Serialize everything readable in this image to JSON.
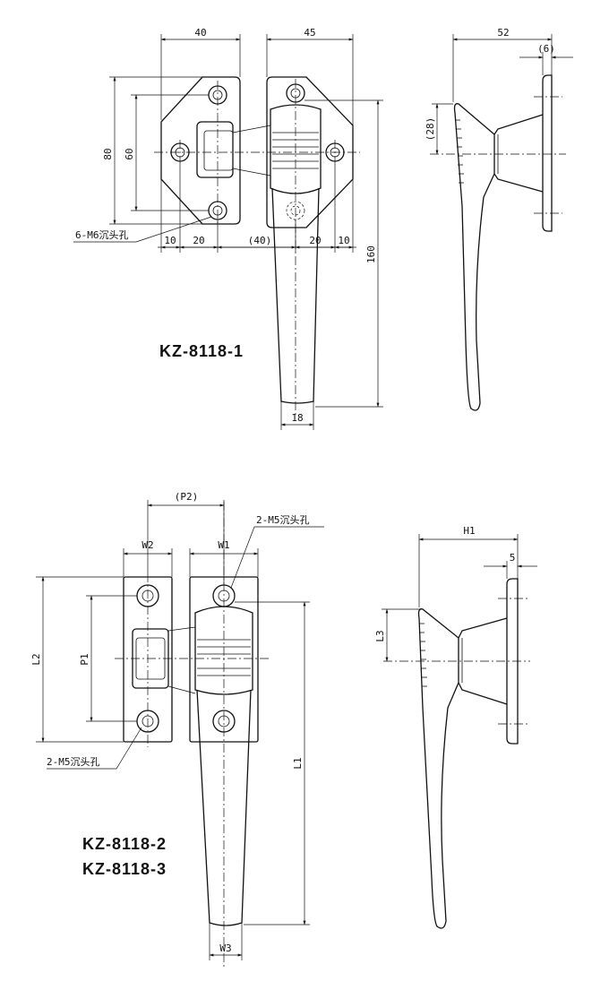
{
  "top_view": {
    "dim_40": "40",
    "dim_45": "45",
    "dim_80": "80",
    "dim_60": "60",
    "dim_10_left": "10",
    "dim_20_left": "20",
    "dim_40_paren": "(40)",
    "dim_20_right": "20",
    "dim_10_right": "10",
    "dim_160": "160",
    "dim_18": "18",
    "hole_note": "6-M6沉头孔",
    "model": "KZ-8118-1"
  },
  "top_side": {
    "dim_52": "52",
    "dim_6": "(6)",
    "dim_28": "(28)"
  },
  "bottom_view": {
    "dim_p2": "(P2)",
    "dim_w2": "W2",
    "dim_w1": "W1",
    "hole_note_top": "2-M5沉头孔",
    "dim_l2": "L2",
    "dim_p1": "P1",
    "dim_l1": "L1",
    "hole_note_bottom": "2-M5沉头孔",
    "model_2": "KZ-8118-2",
    "model_3": "KZ-8118-3",
    "dim_w3": "W3"
  },
  "bottom_side": {
    "dim_h1": "H1",
    "dim_5": "5",
    "dim_l3": "L3"
  }
}
